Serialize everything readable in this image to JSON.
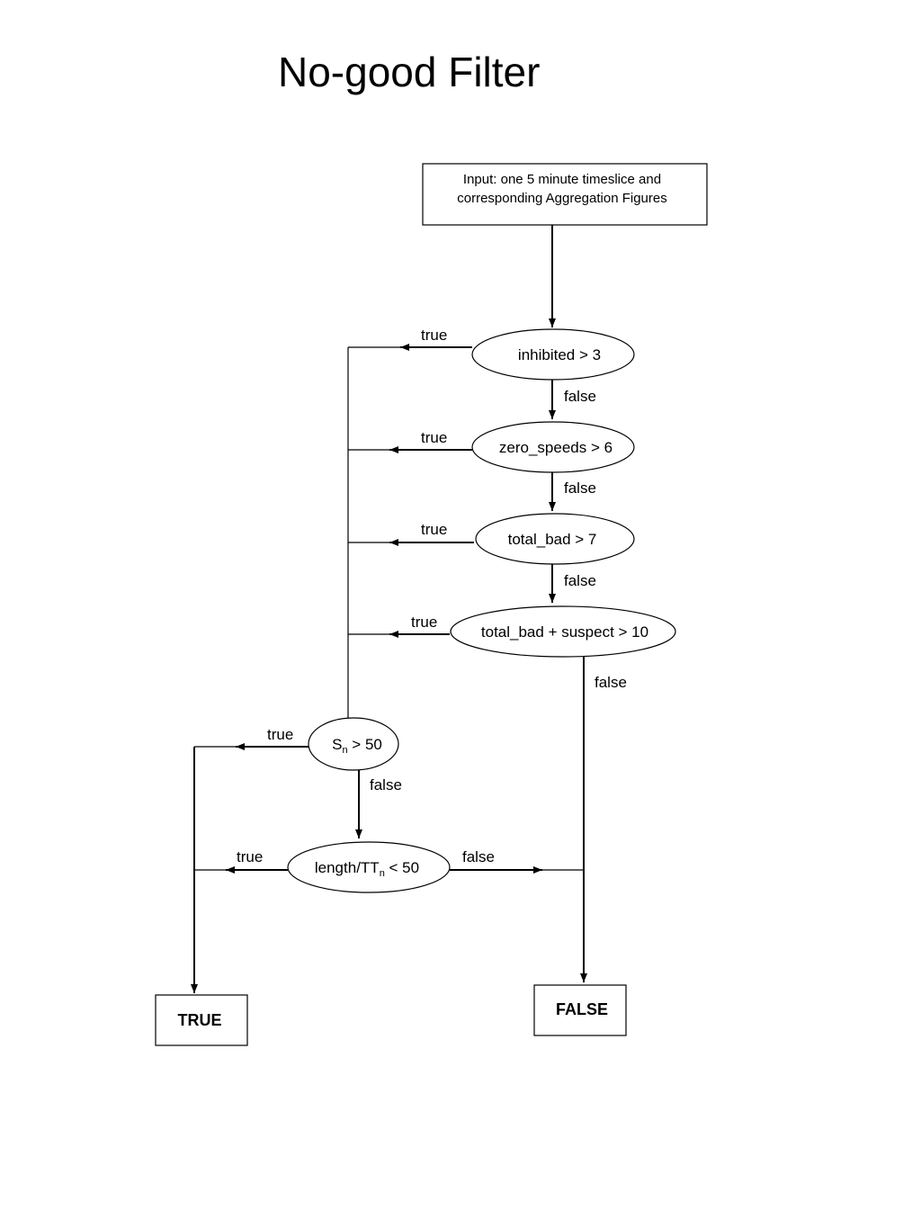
{
  "title": "No-good Filter",
  "start": {
    "line1": "Input: one 5 minute timeslice and",
    "line2": "corresponding Aggregation Figures"
  },
  "decisions": [
    {
      "text": "inhibited > 3"
    },
    {
      "text": "zero_speeds > 6"
    },
    {
      "text": "total_bad > 7"
    },
    {
      "text": "total_bad + suspect > 10"
    },
    {
      "main": "S",
      "sub": "n",
      "rest": " > 50"
    },
    {
      "main": "length/TT",
      "sub": "n",
      "rest": " < 50"
    }
  ],
  "edges": {
    "true_label": "true",
    "false_label": "false"
  },
  "terminals": {
    "true": "TRUE",
    "false": "FALSE"
  }
}
